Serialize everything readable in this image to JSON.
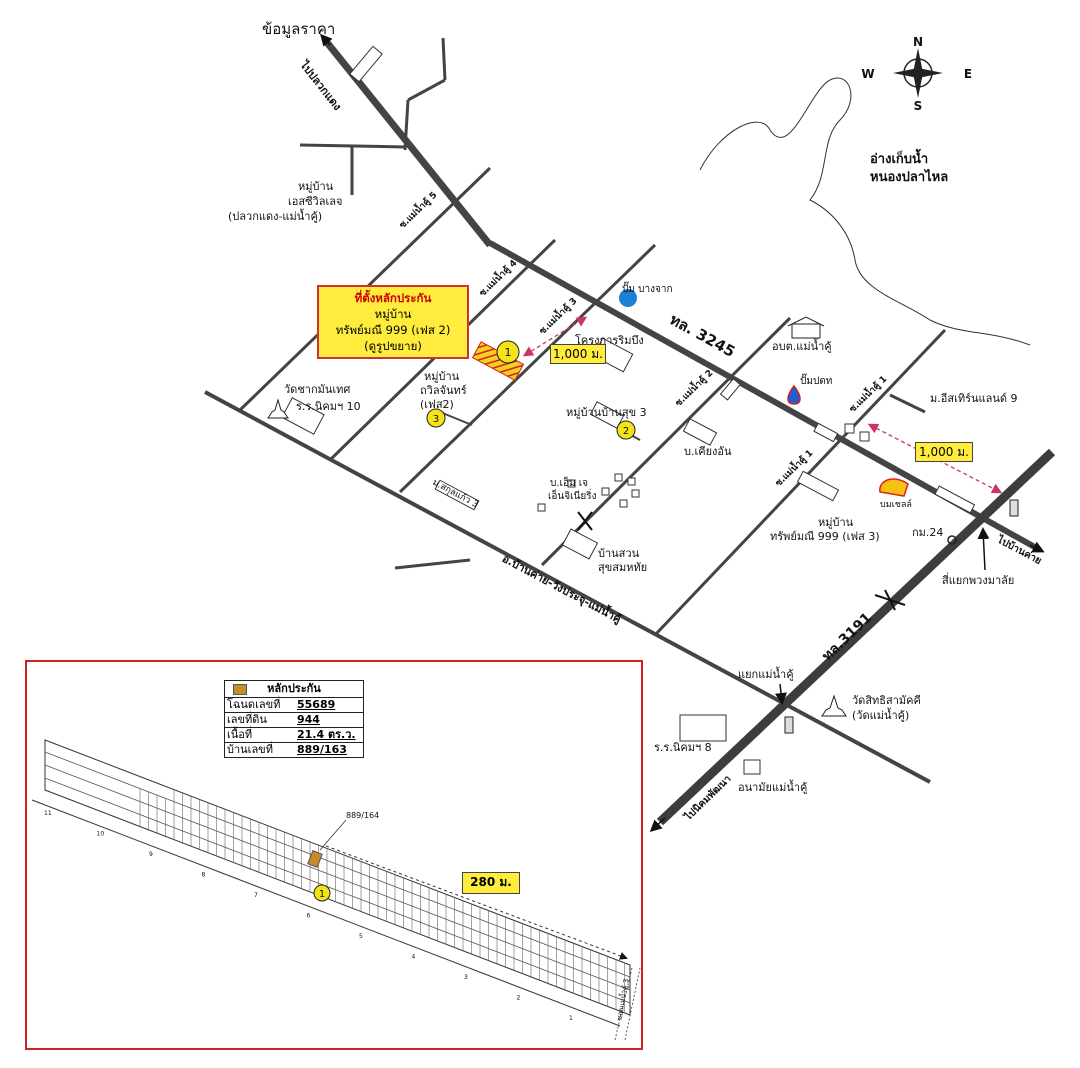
{
  "header": {
    "price_info": "ข้อมูลราคา"
  },
  "compass": {
    "n": "N",
    "s": "S",
    "e": "E",
    "w": "W"
  },
  "roads": {
    "to_pluak_daeng": "ไปปลวกแดง",
    "rd_3245": "ทล. 3245",
    "rd_3191": "ทล.3191",
    "local_road": "อ.บ้านค่าย-วังประจุ-แม่น้ำคู้",
    "to_ban_khai": "ไปบ้านค่าย",
    "to_nikhom": "ไปนิคมพัฒนา",
    "soi_1": "ซ.แม่น้ำคู้ 1",
    "soi_1b": "ซ.แม่น้ำคู้ 1",
    "soi_2": "ซ.แม่น้ำคู้ 2",
    "soi_3": "ซ.แม่น้ำคู้ 3",
    "soi_4": "ซ.แม่น้ำคู้ 4",
    "soi_5": "ซ.แม่น้ำคู้ 5",
    "soi_inset": "ซอยแม่น้ำคู้ 3",
    "km": "กม.24"
  },
  "places": {
    "reservoir": [
      "อ่างเก็บน้ำ",
      "หนองปลาไหล"
    ],
    "village_sc": [
      "หมู่บ้าน",
      "เอสซีวิลเลจ",
      "(ปลวกแดง-แม่น้ำคู้)"
    ],
    "pump_bangchak": "ปั๊ม บางจาก",
    "ritmueng": "โครงการริมบึง",
    "obt": "อบต.แม่น้ำคู้",
    "ptt": "ปั๊มปตท",
    "eastern_land": "ม.อีสเทิร์นแลนด์ 9",
    "wat_chak": "วัดชากมันเทศ",
    "school_10": "ร.ร.นิคมฯ 10",
    "village_tawin": [
      "หมู่บ้าน",
      "ถวิลจันทร์",
      "(เฟส2)"
    ],
    "village_bansuk": "หมู่บ้านบ้านสุข 3",
    "kiang_an": "บ.เคียงอัน",
    "sakul": "ม.สกุลแก้ว 3",
    "mj_engineering": [
      "บ.เอ็ม เจ",
      "เอ็นจิเนียริ่ง"
    ],
    "ban_suan": [
      "บ้านสวน",
      "สุขสมหทัย"
    ],
    "village_999_3": [
      "หมู่บ้าน",
      "ทรัพย์มณี 999 (เฟส 3)"
    ],
    "shell": "บมเชลล์",
    "intersection_pong": "สี่แยกพวงมาลัย",
    "maenamkhu_jct": "แยกแม่น้ำคู้",
    "wat_sitthi": [
      "วัดสิทธิสามัคคี",
      "(วัดแม่น้ำคู้)"
    ],
    "school_8": "ร.ร.นิคมฯ 8",
    "health_center": "อนามัยแม่น้ำคู้"
  },
  "markers": {
    "m1": "1",
    "m2": "2",
    "m3": "3"
  },
  "main_box": {
    "line1": "ที่ตั้งหลักประกัน",
    "line2": "หมู่บ้าน",
    "line3": "ทรัพย์มณี 999 (เฟส 2)",
    "line4": "(ดูรูปขยาย)"
  },
  "distances": {
    "d1": "1,000 ม.",
    "d2": "1,000 ม.",
    "d3": "280 ม."
  },
  "inset": {
    "plot_label": "889/164",
    "row_numbers": [
      "11",
      "10",
      "9",
      "8",
      "7",
      "6",
      "5",
      "4",
      "3",
      "2",
      "1"
    ]
  },
  "legend": {
    "title": "หลักประกัน",
    "rows": [
      {
        "k": "โฉนดเลขที่",
        "v": "55689"
      },
      {
        "k": "เลขที่ดิน",
        "v": "944"
      },
      {
        "k": "เนื้อที่",
        "v": "21.4  ตร.ว."
      },
      {
        "k": "บ้านเลขที่",
        "v": "889/163"
      }
    ]
  },
  "colors": {
    "road": "#555555",
    "highway": "#3d3d3d",
    "highlight_box": "#ffec3d",
    "frame": "#d32020",
    "collateral": "#c98a2c",
    "dashed_distance": "#cc3366"
  }
}
